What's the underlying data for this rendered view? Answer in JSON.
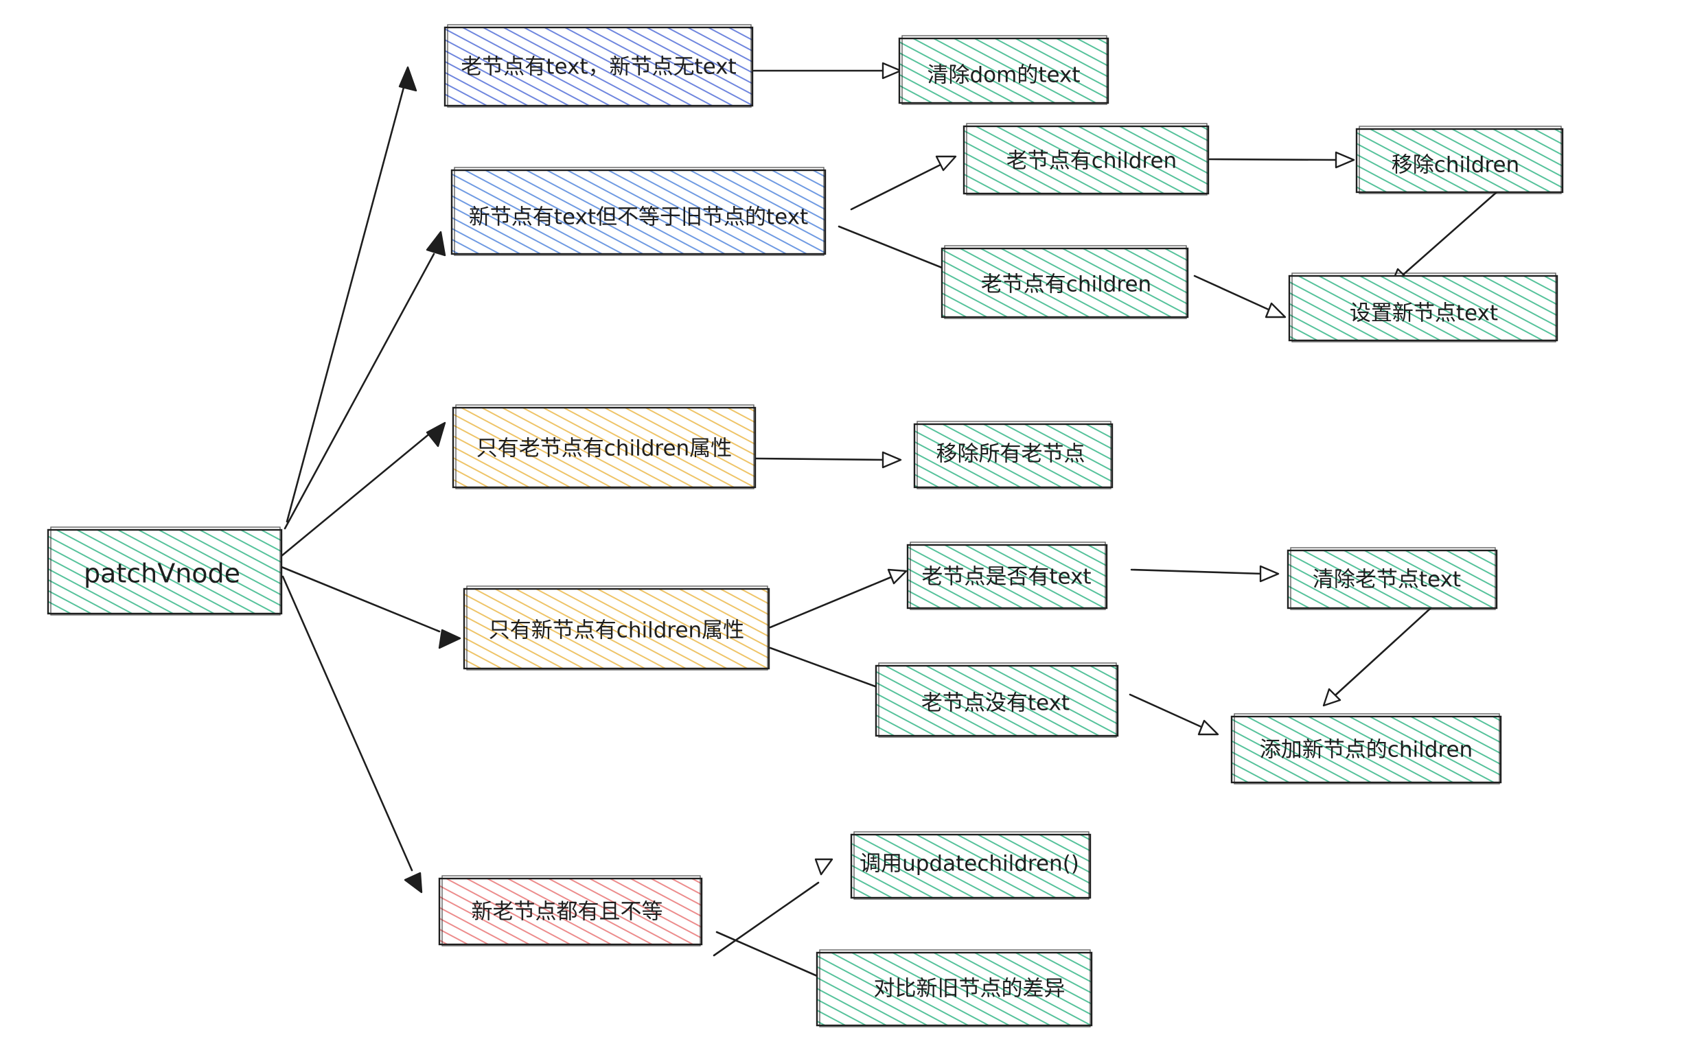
{
  "colors": {
    "green": "#8fd6b9",
    "blue": "#8aa2e6",
    "lightblue": "#8fb3ea",
    "yellow": "#f3d48a",
    "red": "#f1a7a7",
    "ink": "#1e1e1e"
  },
  "nodes": {
    "root": "patchVnode",
    "old_text_new_none": "老节点有text，新节点无text",
    "clear_dom_text": "清除dom的text",
    "new_text_diff": "新节点有text但不等于旧节点的text",
    "old_has_children_1": "老节点有children",
    "remove_children": "移除children",
    "old_has_children_2": "老节点有children",
    "set_new_text": "设置新节点text",
    "only_old_children": "只有老节点有children属性",
    "remove_all_old": "移除所有老节点",
    "only_new_children": "只有新节点有children属性",
    "old_has_text_q": "老节点是否有text",
    "clear_old_text": "清除老节点text",
    "old_no_text": "老节点没有text",
    "add_new_children": "添加新节点的children",
    "both_diff": "新老节点都有且不等",
    "call_update": "调用updatechildren()",
    "compare_diff": "对比新旧节点的差异"
  }
}
